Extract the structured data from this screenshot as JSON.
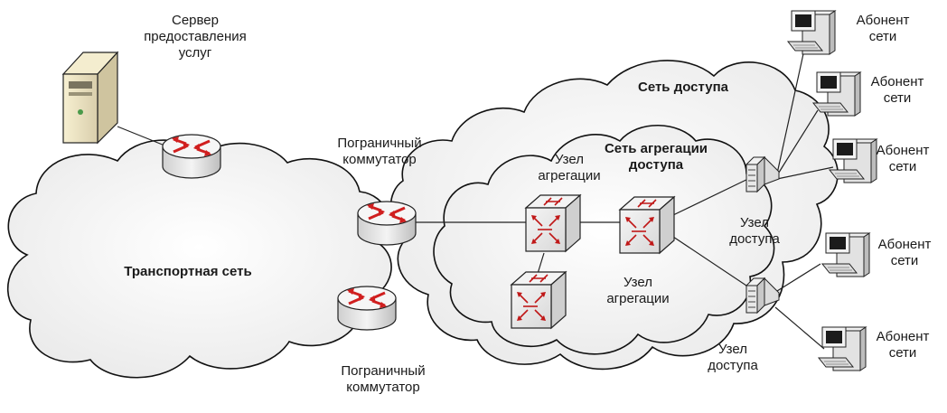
{
  "labels": {
    "server": [
      "Сервер",
      "предоставления",
      "услуг"
    ],
    "transport_network": "Транспортная сеть",
    "border_switch_top": [
      "Пограничный",
      "коммутатор"
    ],
    "border_switch_bottom": [
      "Пограничный",
      "коммутатор"
    ],
    "access_network": "Сеть доступа",
    "aggregation_network": [
      "Сеть агрегации",
      "доступа"
    ],
    "agg_node_top": [
      "Узел",
      "агрегации"
    ],
    "agg_node_mid": [
      "Узел",
      "агрегации"
    ],
    "access_node_top": [
      "Узел",
      "доступа"
    ],
    "access_node_bottom": [
      "Узел",
      "доступа"
    ],
    "subscribers": [
      [
        "Абонент",
        "сети"
      ],
      [
        "Абонент",
        "сети"
      ],
      [
        "Абонент",
        "сети"
      ],
      [
        "Абонент",
        "сети"
      ],
      [
        "Абонент",
        "сети"
      ]
    ]
  },
  "icons": {
    "server": "server-icon",
    "router": "router-icon",
    "switch": "switch-icon",
    "access_node": "access-node-icon",
    "workstation": "workstation-icon"
  },
  "colors": {
    "cloud_fill": "#f2f2f2",
    "cloud_stroke": "#111111",
    "router_arrow": "#d01f1f",
    "device_fill": "#e6e6e6",
    "server_fill": "#efe6c4"
  }
}
